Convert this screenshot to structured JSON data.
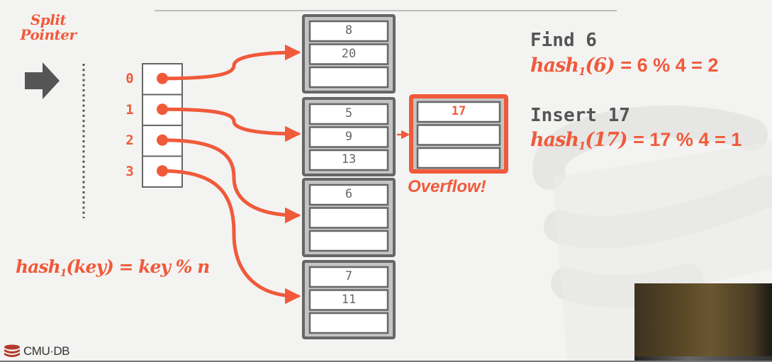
{
  "slide": {
    "split_pointer_label": [
      "Split",
      "Pointer"
    ],
    "split_pointer_icon": "right-arrow-icon",
    "directory": {
      "indices": [
        "0",
        "1",
        "2",
        "3"
      ],
      "pointer_targets": [
        0,
        1,
        2,
        3
      ]
    },
    "buckets": [
      {
        "slots": [
          "8",
          "20",
          ""
        ]
      },
      {
        "slots": [
          "5",
          "9",
          "13"
        ],
        "overflow": {
          "slots": [
            "17",
            "",
            ""
          ],
          "highlighted_slot": 0
        }
      },
      {
        "slots": [
          "6",
          "",
          ""
        ]
      },
      {
        "slots": [
          "7",
          "11",
          ""
        ]
      }
    ],
    "overflow_label": "Overflow!",
    "operations": [
      {
        "title": "Find 6",
        "fn": "hash",
        "sub": "1",
        "arg": "(6)",
        "rhs": "=  6 % 4 = 2"
      },
      {
        "title": "Insert 17",
        "fn": "hash",
        "sub": "1",
        "arg": "(17)",
        "rhs": "=  17 % 4 = 1"
      }
    ],
    "hash_definition": {
      "fn": "hash",
      "sub": "1",
      "rest": "(key) = key % n"
    },
    "footer": {
      "logo": "cmu-db-logo-icon",
      "text": "CMU·DB"
    },
    "colors": {
      "accent": "#f05a3a",
      "bucket_border": "#666666",
      "bucket_fill": "#c4c4c4",
      "text_gray": "#555555"
    }
  }
}
